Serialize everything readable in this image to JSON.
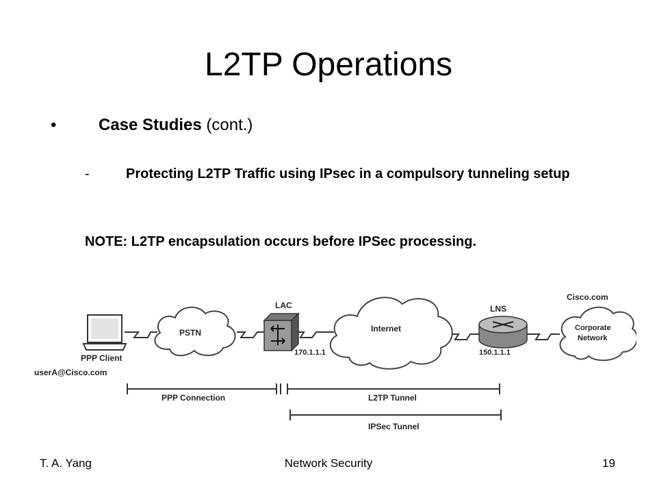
{
  "slide": {
    "title": "L2TP Operations",
    "bullet_symbol": "•",
    "case_bold": "Case Studies",
    "case_rest": " (cont.)",
    "sub_dash": "-",
    "sub_text": "Protecting L2TP Traffic using IPsec in a compulsory tunneling setup",
    "note": "NOTE: L2TP encapsulation occurs before IPSec processing."
  },
  "diagram": {
    "ppp_client": "PPP Client",
    "user": "userA@Cisco.com",
    "pstn": "PSTN",
    "lac": "LAC",
    "lac_ip": "170.1.1.1",
    "internet": "Internet",
    "lns": "LNS",
    "lns_ip": "150.1.1.1",
    "cisco_com": "Cisco.com",
    "corporate_line1": "Corporate",
    "corporate_line2": "Network",
    "ppp_connection": "PPP Connection",
    "l2tp_tunnel": "L2TP Tunnel",
    "ipsec_tunnel": "IPSec Tunnel"
  },
  "footer": {
    "author": "T. A. Yang",
    "course": "Network Security",
    "page": "19"
  }
}
